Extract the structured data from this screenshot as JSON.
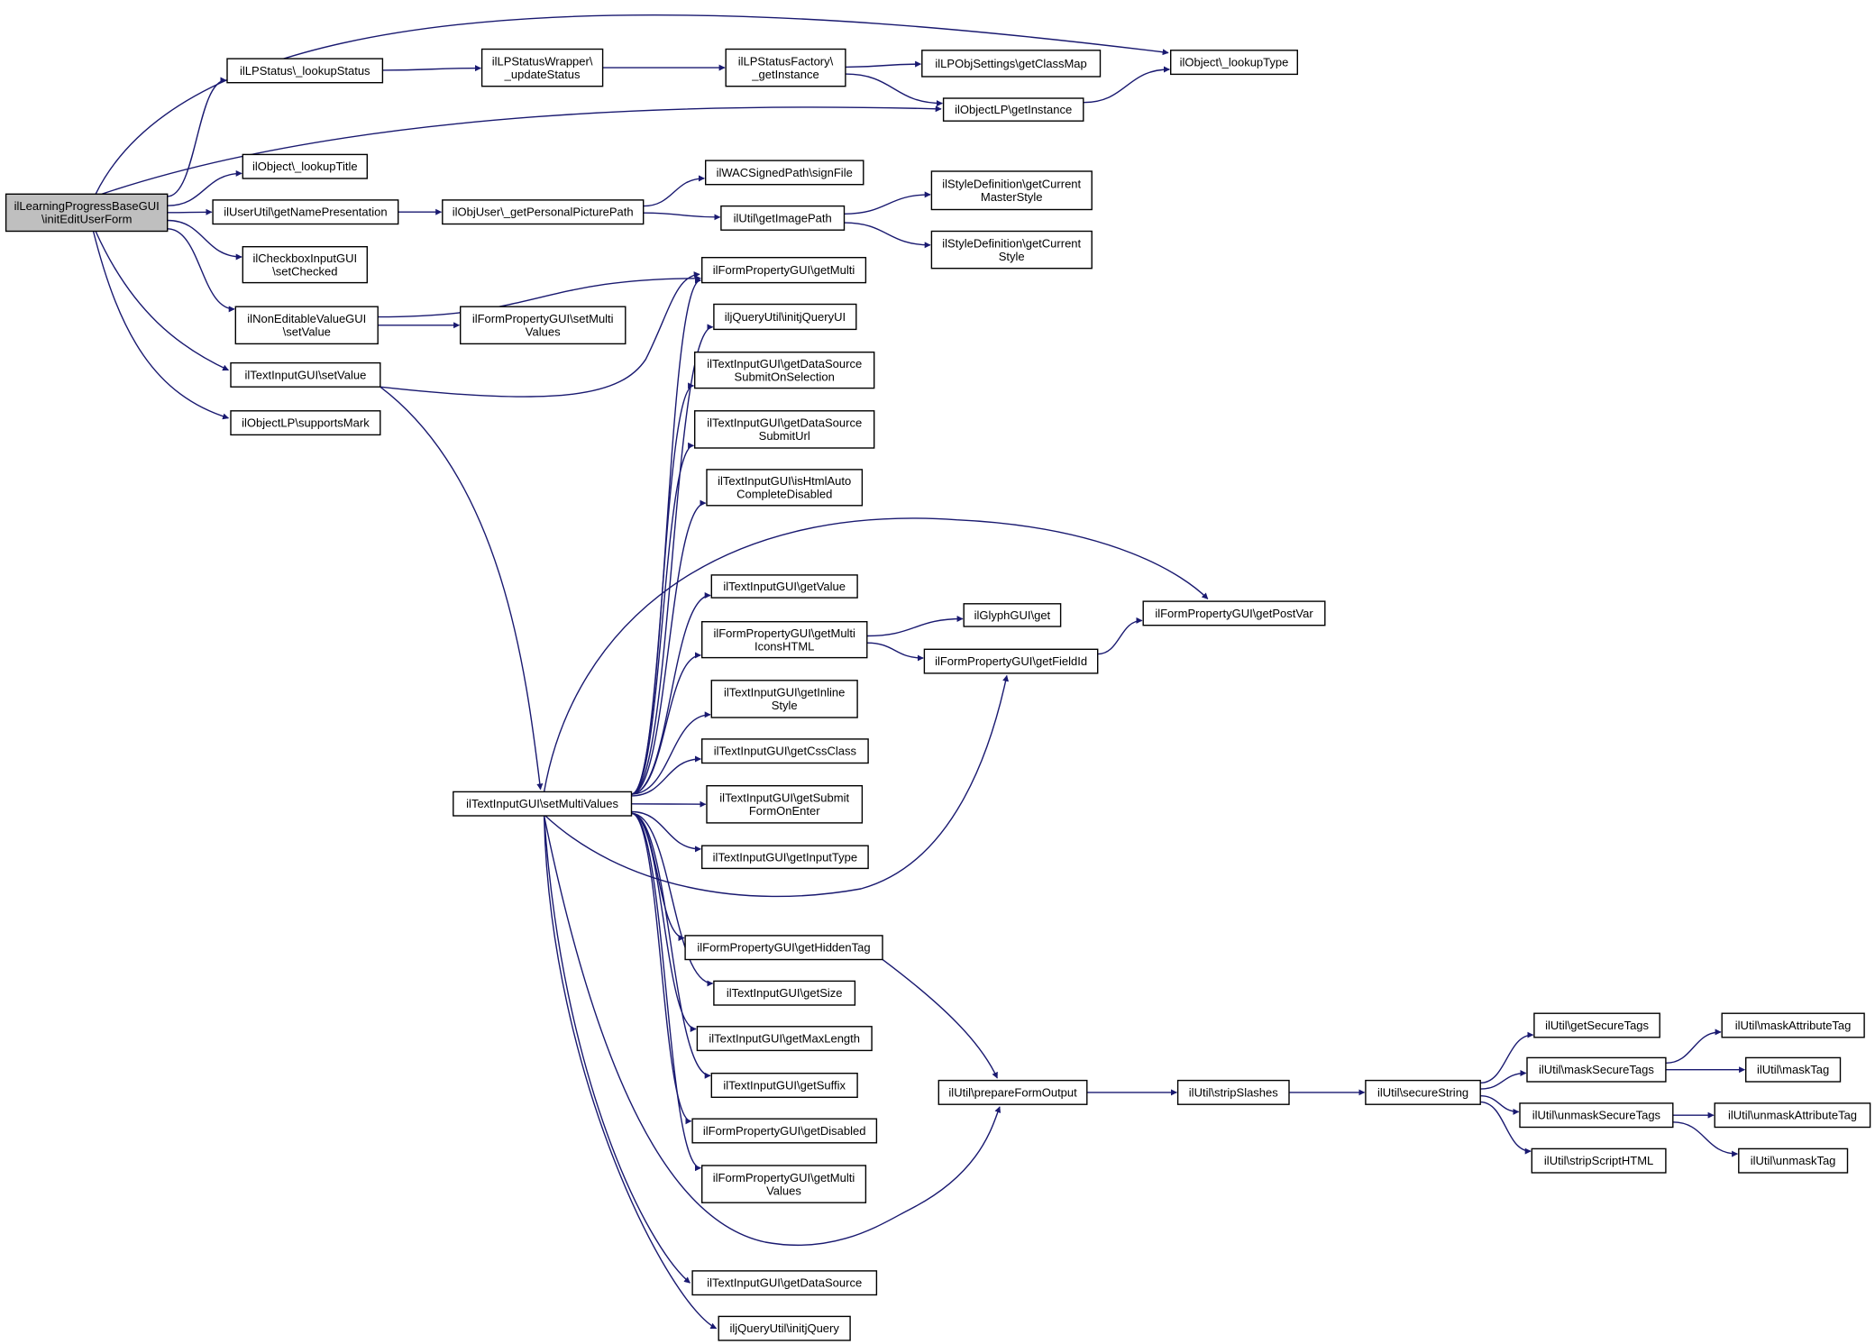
{
  "colors": {
    "edge": "#191970",
    "node_border": "#000000",
    "root_fill": "#bfbfbf",
    "node_fill": "#ffffff"
  },
  "nodes": {
    "n0": [
      "ilLearningProgressBaseGUI",
      "\\initEditUserForm"
    ],
    "n1": [
      "ilLPStatus\\_lookupStatus"
    ],
    "n2": [
      "ilLPStatusWrapper\\",
      "_updateStatus"
    ],
    "n3": [
      "ilLPStatusFactory\\",
      "_getInstance"
    ],
    "n4": [
      "ilLPObjSettings\\getClassMap"
    ],
    "n5": [
      "ilObject\\_lookupType"
    ],
    "n6": [
      "ilObjectLP\\getInstance"
    ],
    "n7": [
      "ilObject\\_lookupTitle"
    ],
    "n8": [
      "ilUserUtil\\getNamePresentation"
    ],
    "n9": [
      "ilObjUser\\_getPersonalPicturePath"
    ],
    "n10": [
      "ilWACSignedPath\\signFile"
    ],
    "n11": [
      "ilUtil\\getImagePath"
    ],
    "n12": [
      "ilStyleDefinition\\getCurrent",
      "MasterStyle"
    ],
    "n13": [
      "ilStyleDefinition\\getCurrent",
      "Style"
    ],
    "n14": [
      "ilCheckboxInputGUI",
      "\\setChecked"
    ],
    "n15": [
      "ilNonEditableValueGUI",
      "\\setValue"
    ],
    "n16": [
      "ilFormPropertyGUI\\getMulti"
    ],
    "n17": [
      "ilFormPropertyGUI\\setMulti",
      "Values"
    ],
    "n18": [
      "iljQueryUtil\\initjQueryUI"
    ],
    "n19": [
      "ilTextInputGUI\\setValue"
    ],
    "n20": [
      "ilObjectLP\\supportsMark"
    ],
    "n21": [
      "ilTextInputGUI\\getDataSource",
      "SubmitOnSelection"
    ],
    "n22": [
      "ilTextInputGUI\\getDataSource",
      "SubmitUrl"
    ],
    "n23": [
      "ilTextInputGUI\\isHtmlAuto",
      "CompleteDisabled"
    ],
    "n24": [
      "ilTextInputGUI\\getValue"
    ],
    "n25": [
      "ilFormPropertyGUI\\getMulti",
      "IconsHTML"
    ],
    "n26": [
      "ilGlyphGUI\\get"
    ],
    "n27": [
      "ilFormPropertyGUI\\getPostVar"
    ],
    "n28": [
      "ilFormPropertyGUI\\getFieldId"
    ],
    "n29": [
      "ilTextInputGUI\\getInline",
      "Style"
    ],
    "n30": [
      "ilTextInputGUI\\getCssClass"
    ],
    "n31": [
      "ilTextInputGUI\\setMultiValues"
    ],
    "n32": [
      "ilTextInputGUI\\getSubmit",
      "FormOnEnter"
    ],
    "n33": [
      "ilTextInputGUI\\getInputType"
    ],
    "n34": [
      "ilFormPropertyGUI\\getHiddenTag"
    ],
    "n35": [
      "ilTextInputGUI\\getSize"
    ],
    "n36": [
      "ilTextInputGUI\\getMaxLength"
    ],
    "n37": [
      "ilTextInputGUI\\getSuffix"
    ],
    "n38": [
      "ilFormPropertyGUI\\getDisabled"
    ],
    "n39": [
      "ilFormPropertyGUI\\getMulti",
      "Values"
    ],
    "n40": [
      "ilTextInputGUI\\getDataSource"
    ],
    "n41": [
      "iljQueryUtil\\initjQuery"
    ],
    "n42": [
      "ilUtil\\prepareFormOutput"
    ],
    "n43": [
      "ilUtil\\stripSlashes"
    ],
    "n44": [
      "ilUtil\\secureString"
    ],
    "n45": [
      "ilUtil\\getSecureTags"
    ],
    "n46": [
      "ilUtil\\maskSecureTags"
    ],
    "n47": [
      "ilUtil\\unmaskSecureTags"
    ],
    "n48": [
      "ilUtil\\stripScriptHTML"
    ],
    "n49": [
      "ilUtil\\maskAttributeTag"
    ],
    "n50": [
      "ilUtil\\maskTag"
    ],
    "n51": [
      "ilUtil\\unmaskAttributeTag"
    ],
    "n52": [
      "ilUtil\\unmaskTag"
    ]
  },
  "edges": [
    [
      "n0",
      "n1"
    ],
    [
      "n0",
      "n5"
    ],
    [
      "n0",
      "n6"
    ],
    [
      "n0",
      "n7"
    ],
    [
      "n0",
      "n8"
    ],
    [
      "n0",
      "n14"
    ],
    [
      "n0",
      "n15"
    ],
    [
      "n0",
      "n19"
    ],
    [
      "n0",
      "n20"
    ],
    [
      "n1",
      "n2"
    ],
    [
      "n2",
      "n3"
    ],
    [
      "n3",
      "n4"
    ],
    [
      "n3",
      "n6"
    ],
    [
      "n6",
      "n5"
    ],
    [
      "n8",
      "n9"
    ],
    [
      "n9",
      "n10"
    ],
    [
      "n9",
      "n11"
    ],
    [
      "n11",
      "n12"
    ],
    [
      "n11",
      "n13"
    ],
    [
      "n15",
      "n16"
    ],
    [
      "n15",
      "n17"
    ],
    [
      "n19",
      "n16"
    ],
    [
      "n19",
      "n31"
    ],
    [
      "n31",
      "n16"
    ],
    [
      "n31",
      "n18"
    ],
    [
      "n31",
      "n21"
    ],
    [
      "n31",
      "n22"
    ],
    [
      "n31",
      "n23"
    ],
    [
      "n31",
      "n27"
    ],
    [
      "n31",
      "n24"
    ],
    [
      "n31",
      "n25"
    ],
    [
      "n31",
      "n29"
    ],
    [
      "n31",
      "n30"
    ],
    [
      "n31",
      "n32"
    ],
    [
      "n31",
      "n33"
    ],
    [
      "n31",
      "n28"
    ],
    [
      "n31",
      "n34"
    ],
    [
      "n31",
      "n35"
    ],
    [
      "n31",
      "n36"
    ],
    [
      "n31",
      "n37"
    ],
    [
      "n31",
      "n38"
    ],
    [
      "n31",
      "n39"
    ],
    [
      "n31",
      "n42"
    ],
    [
      "n31",
      "n40"
    ],
    [
      "n31",
      "n41"
    ],
    [
      "n25",
      "n26"
    ],
    [
      "n25",
      "n28"
    ],
    [
      "n28",
      "n27"
    ],
    [
      "n34",
      "n42"
    ],
    [
      "n42",
      "n43"
    ],
    [
      "n43",
      "n44"
    ],
    [
      "n44",
      "n45"
    ],
    [
      "n44",
      "n46"
    ],
    [
      "n44",
      "n47"
    ],
    [
      "n44",
      "n48"
    ],
    [
      "n46",
      "n49"
    ],
    [
      "n46",
      "n50"
    ],
    [
      "n47",
      "n51"
    ],
    [
      "n47",
      "n52"
    ]
  ]
}
